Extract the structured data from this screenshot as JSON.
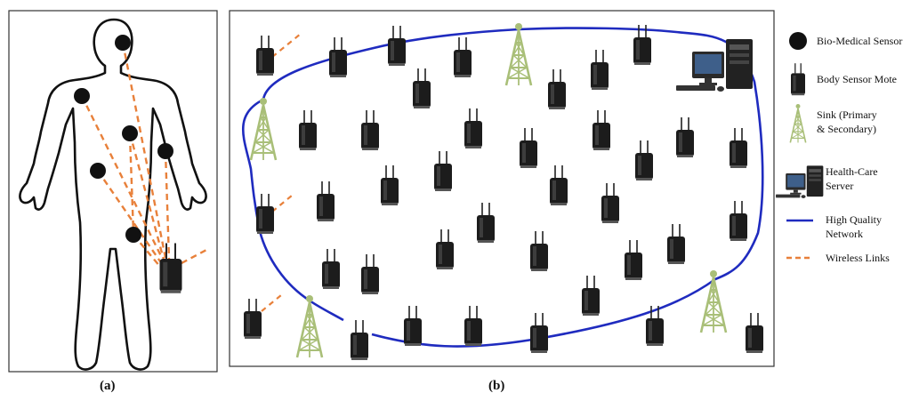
{
  "captions": {
    "a": "(a)",
    "b": "(b)"
  },
  "legend": {
    "bio_sensor": "Bio-Medical Sensor",
    "mote": "Body Sensor Mote",
    "sink_line1": "Sink (Primary",
    "sink_line2": "& Secondary)",
    "server_line1": "Health-Care",
    "server_line2": "Server",
    "network_line1": "High Quality",
    "network_line2": "Network",
    "wireless": "Wireless Links"
  },
  "colors": {
    "network": "#1f2bbf",
    "wireless": "#e8803a",
    "sink": "#a9bf78",
    "sensor": "#111111",
    "mote": "#1a1a1a"
  },
  "icons": {
    "sensor": "filled-circle",
    "mote": "router-with-antennas",
    "sink": "lattice-tower",
    "server": "desktop-computer"
  }
}
